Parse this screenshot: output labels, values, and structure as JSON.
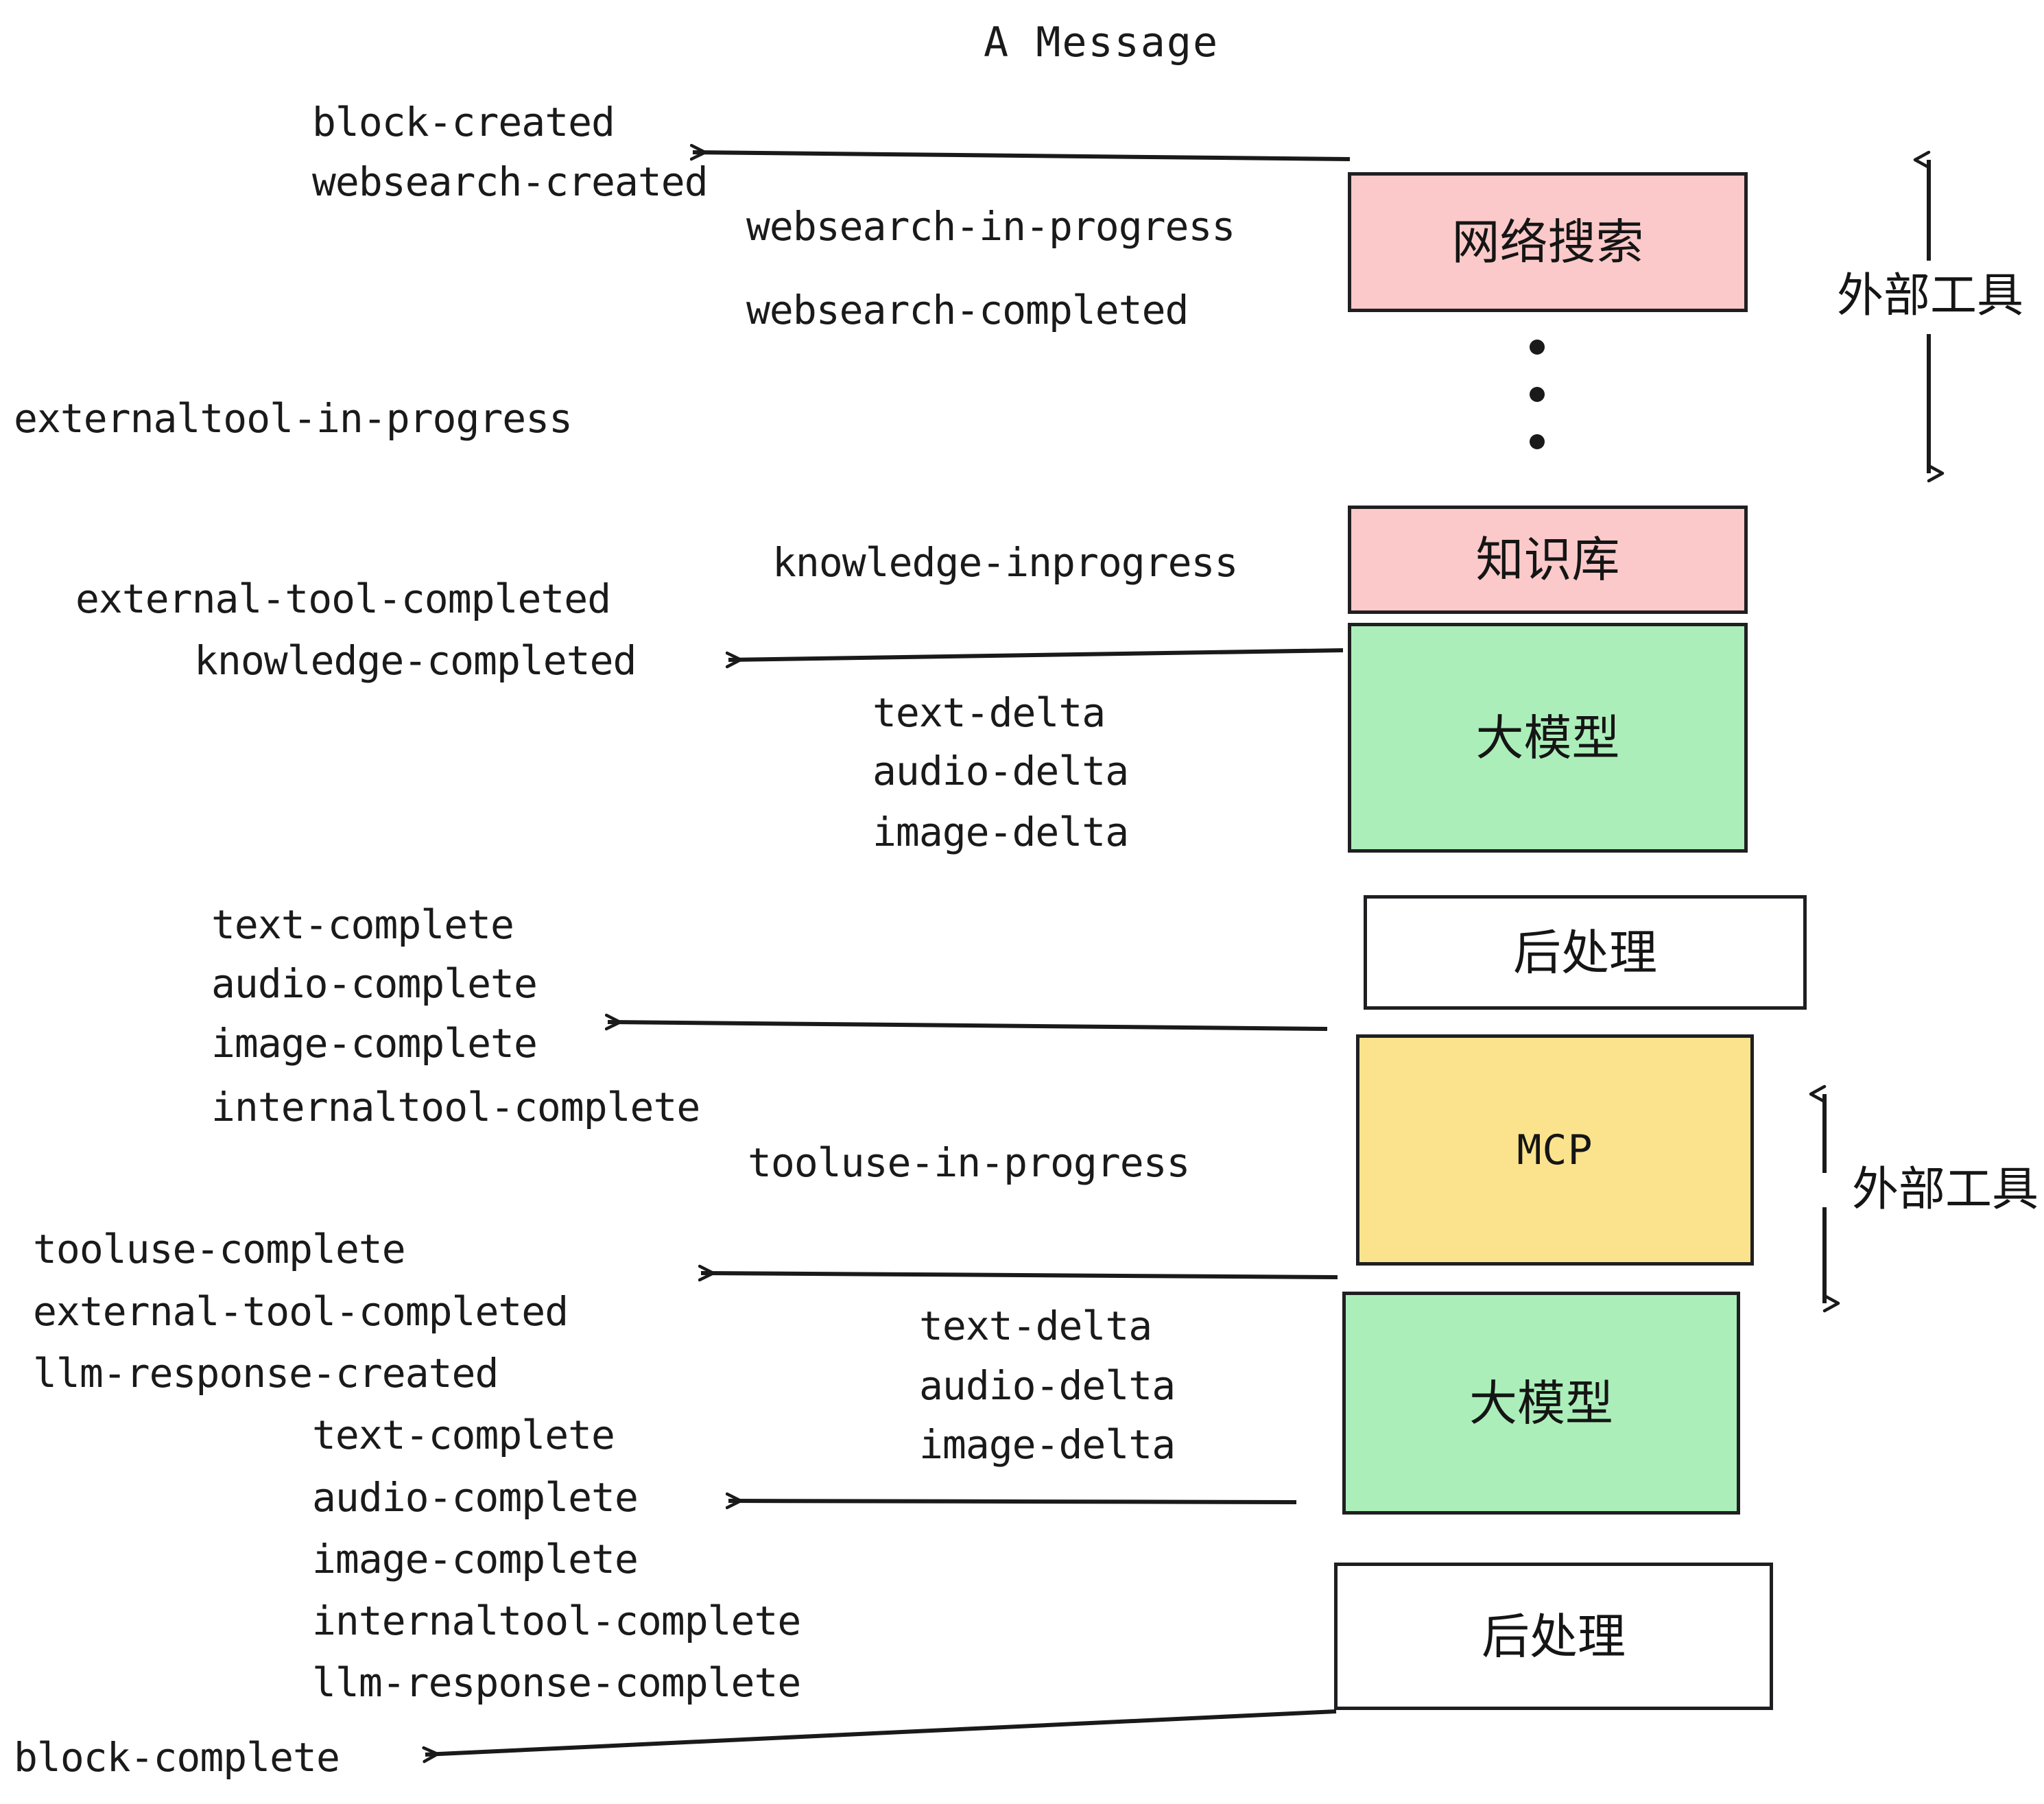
{
  "title": "A Message",
  "colors": {
    "external_tool_fill": "#fbc9c9",
    "llm_fill": "#abeeb9",
    "mcp_fill": "#fbe38d",
    "postprocess_fill": "#ffffff",
    "stroke": "#1f1f22",
    "text": "#1a1a1a",
    "background": "#ffffff"
  },
  "nodes": [
    {
      "id": "websearch",
      "label": "网络搜索",
      "kind": "external-tool"
    },
    {
      "id": "knowledge",
      "label": "知识库",
      "kind": "external-tool"
    },
    {
      "id": "llm-1",
      "label": "大模型",
      "kind": "llm"
    },
    {
      "id": "postprocess-1",
      "label": "后处理",
      "kind": "postprocess"
    },
    {
      "id": "mcp",
      "label": "MCP",
      "kind": "mcp"
    },
    {
      "id": "llm-2",
      "label": "大模型",
      "kind": "llm"
    },
    {
      "id": "postprocess-2",
      "label": "后处理",
      "kind": "postprocess"
    }
  ],
  "side_notes": [
    {
      "id": "external-tool-top",
      "label": "外部工具"
    },
    {
      "id": "external-tool-bottom",
      "label": "外部工具"
    }
  ],
  "events": [
    {
      "id": "block-created",
      "text": "block-created"
    },
    {
      "id": "websearch-created",
      "text": "websearch-created"
    },
    {
      "id": "websearch-in-progress",
      "text": "websearch-in-progress"
    },
    {
      "id": "websearch-completed",
      "text": "websearch-completed"
    },
    {
      "id": "externaltool-in-progress",
      "text": "externaltool-in-progress"
    },
    {
      "id": "knowledge-inprogress",
      "text": "knowledge-inprogress"
    },
    {
      "id": "external-tool-completed-1",
      "text": "external-tool-completed"
    },
    {
      "id": "knowledge-completed",
      "text": "knowledge-completed"
    },
    {
      "id": "text-delta-1",
      "text": "text-delta"
    },
    {
      "id": "audio-delta-1",
      "text": "audio-delta"
    },
    {
      "id": "image-delta-1",
      "text": "image-delta"
    },
    {
      "id": "text-complete-1",
      "text": "text-complete"
    },
    {
      "id": "audio-complete-1",
      "text": "audio-complete"
    },
    {
      "id": "image-complete-1",
      "text": "image-complete"
    },
    {
      "id": "internaltool-complete-1",
      "text": "internaltool-complete"
    },
    {
      "id": "tooluse-in-progress",
      "text": "tooluse-in-progress"
    },
    {
      "id": "tooluse-complete",
      "text": "tooluse-complete"
    },
    {
      "id": "external-tool-completed-2",
      "text": "external-tool-completed"
    },
    {
      "id": "llm-response-created",
      "text": "llm-response-created"
    },
    {
      "id": "text-delta-2",
      "text": "text-delta"
    },
    {
      "id": "audio-delta-2",
      "text": "audio-delta"
    },
    {
      "id": "image-delta-2",
      "text": "image-delta"
    },
    {
      "id": "text-complete-2",
      "text": "text-complete"
    },
    {
      "id": "audio-complete-2",
      "text": "audio-complete"
    },
    {
      "id": "image-complete-2",
      "text": "image-complete"
    },
    {
      "id": "internaltool-complete-2",
      "text": "internaltool-complete"
    },
    {
      "id": "llm-response-complete",
      "text": "llm-response-complete"
    },
    {
      "id": "block-complete",
      "text": "block-complete"
    }
  ]
}
